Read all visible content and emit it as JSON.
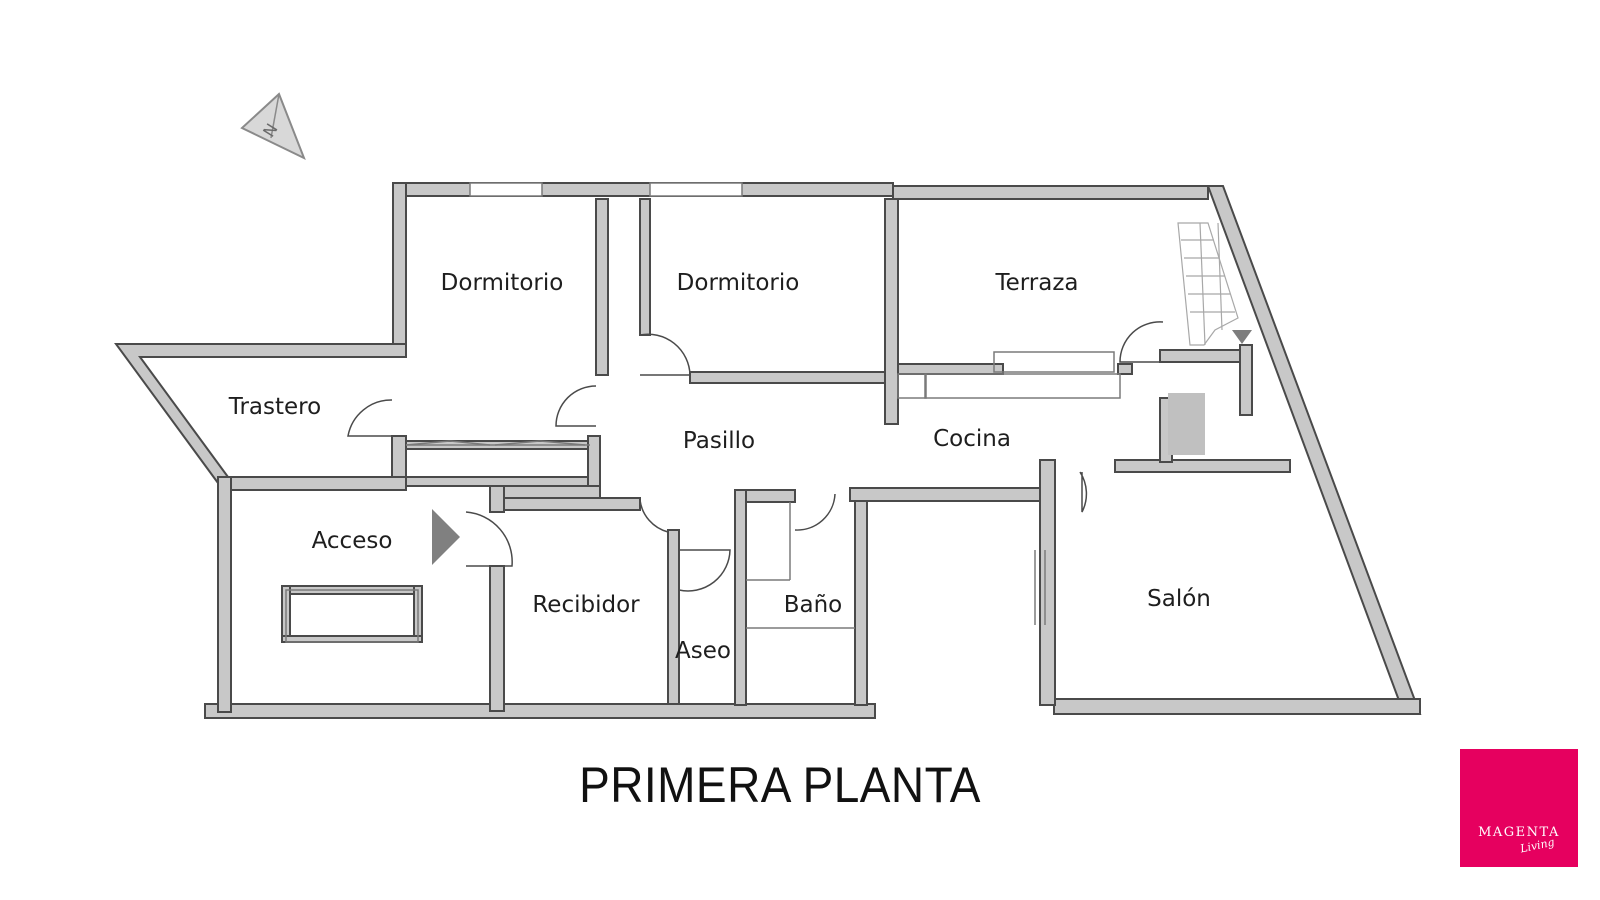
{
  "compass": {
    "letter": "N",
    "icon": "north-arrow-icon"
  },
  "rooms": [
    {
      "id": "dormitorio-1",
      "label": "Dormitorio"
    },
    {
      "id": "dormitorio-2",
      "label": "Dormitorio"
    },
    {
      "id": "terraza",
      "label": "Terraza"
    },
    {
      "id": "trastero",
      "label": "Trastero"
    },
    {
      "id": "pasillo",
      "label": "Pasillo"
    },
    {
      "id": "cocina",
      "label": "Cocina"
    },
    {
      "id": "acceso",
      "label": "Acceso"
    },
    {
      "id": "recibidor",
      "label": "Recibidor"
    },
    {
      "id": "bano",
      "label": "Baño"
    },
    {
      "id": "aseo",
      "label": "Aseo"
    },
    {
      "id": "salon",
      "label": "Salón"
    }
  ],
  "title": "PRIMERA PLANTA",
  "logo": {
    "brand": "MAGENTA",
    "sub": "Living",
    "color": "#e6005f"
  },
  "colors": {
    "wall_fill": "#c8c8c8",
    "wall_stroke": "#4a4a4a",
    "arrow": "#7d7d7d"
  }
}
